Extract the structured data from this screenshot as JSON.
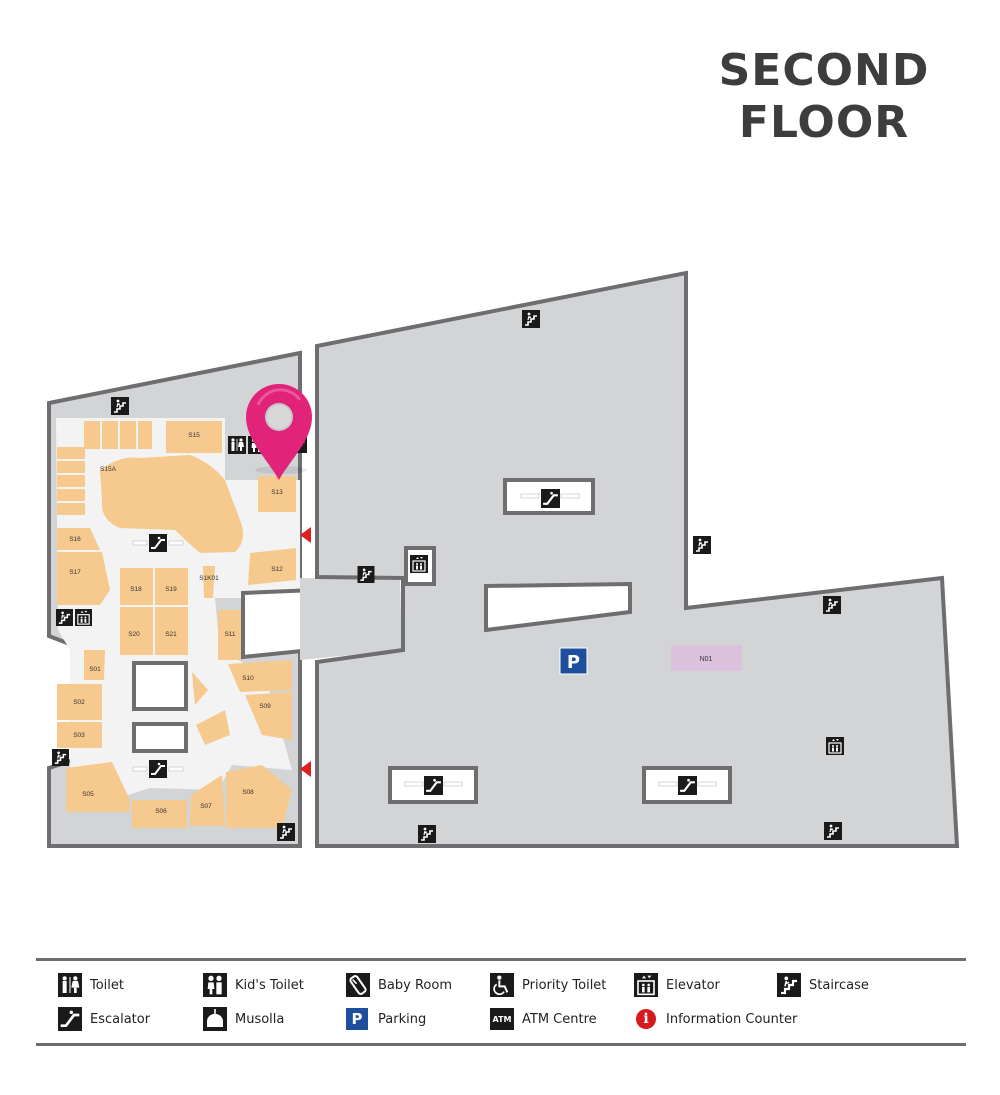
{
  "title": {
    "line1": "SECOND",
    "line2": "FLOOR"
  },
  "units": {
    "s15": "S15",
    "s15a": "S15A",
    "s13": "S13",
    "s16": "S16",
    "s17": "S17",
    "s18": "S18",
    "s19": "S19",
    "s1k01": "S1K01",
    "s12": "S12",
    "s20": "S20",
    "s21": "S21",
    "s11": "S11",
    "s01": "S01",
    "s10": "S10",
    "s02": "S02",
    "s09": "S09",
    "s03": "S03",
    "s05": "S05",
    "s06": "S06",
    "s07": "S07",
    "s08": "S08",
    "n01": "N01"
  },
  "parking_letter": "P",
  "legend": [
    {
      "icon": "toilet-icon",
      "label": "Toilet"
    },
    {
      "icon": "kids-toilet-icon",
      "label": "Kid's Toilet"
    },
    {
      "icon": "baby-room-icon",
      "label": "Baby Room"
    },
    {
      "icon": "priority-toilet-icon",
      "label": "Priority Toilet"
    },
    {
      "icon": "elevator-icon",
      "label": "Elevator"
    },
    {
      "icon": "staircase-icon",
      "label": "Staircase"
    },
    {
      "icon": "escalator-icon",
      "label": "Escalator"
    },
    {
      "icon": "musolla-icon",
      "label": "Musolla"
    },
    {
      "icon": "parking-icon",
      "label": "Parking",
      "glyph": "P"
    },
    {
      "icon": "atm-icon",
      "label": "ATM Centre",
      "glyph": "ATM"
    },
    {
      "icon": "information-icon",
      "label": "Information Counter",
      "glyph": "i"
    }
  ],
  "colors": {
    "floor": "#d3d4d6",
    "wall": "#6e6e70",
    "shop": "#f6c98e",
    "corridor": "#f3f3f3",
    "n01": "#dcc2dd",
    "parking": "#1e4f9c",
    "marker": "#e2237a",
    "entrance": "#e0201f",
    "info": "#d71920"
  }
}
